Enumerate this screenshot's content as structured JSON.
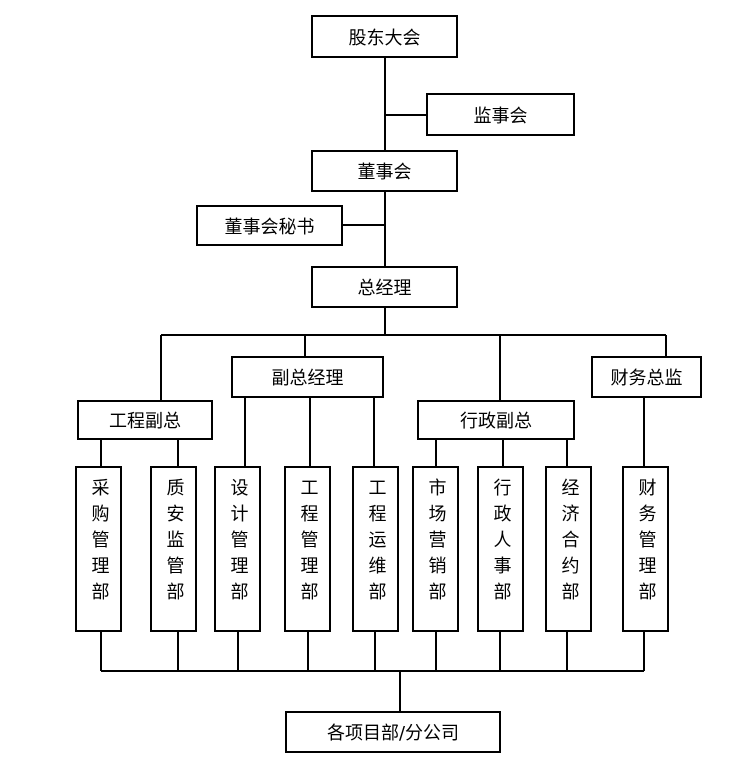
{
  "nodes": {
    "shareholders": "股东大会",
    "supervisors": "监事会",
    "board": "董事会",
    "board_secretary": "董事会秘书",
    "general_manager": "总经理",
    "deputy_gm": "副总经理",
    "finance_director": "财务总监",
    "engineering_deputy": "工程副总",
    "admin_deputy": "行政副总",
    "branches": "各项目部/分公司"
  },
  "departments": [
    "采购管理部",
    "质安监管部",
    "设计管理部",
    "工程管理部",
    "工程运维部",
    "市场营销部",
    "行政人事部",
    "经济合约部",
    "财务管理部"
  ]
}
